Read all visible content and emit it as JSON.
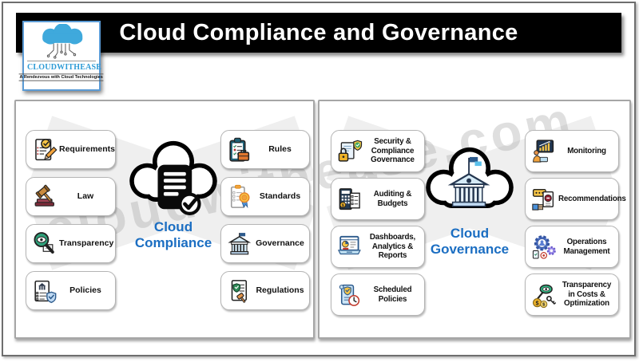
{
  "header": {
    "title": "Cloud Compliance and Governance",
    "bg_color": "#000000",
    "text_color": "#ffffff"
  },
  "logo": {
    "name": "CLOUDWITHEASE",
    "tagline": "A Rendezvous with Cloud Technologies",
    "accent_color": "#2e9bd6"
  },
  "watermark": {
    "text": "cloudwithease.com",
    "color": "#8f8f8f"
  },
  "colors": {
    "accent_blue": "#1b6ec2",
    "panel_border": "#a6a6a6",
    "box_border": "#b5b5b5"
  },
  "panels": {
    "compliance": {
      "center": {
        "line1": "Cloud",
        "line2": "Compliance",
        "icon": "cloud-document-check-icon"
      },
      "left_items": [
        {
          "label": "Requirements",
          "icon": "requirements-icon"
        },
        {
          "label": "Law",
          "icon": "law-icon"
        },
        {
          "label": "Transparency",
          "icon": "transparency-icon"
        },
        {
          "label": "Policies",
          "icon": "policies-icon"
        }
      ],
      "right_items": [
        {
          "label": "Rules",
          "icon": "rules-icon"
        },
        {
          "label": "Standards",
          "icon": "standards-icon"
        },
        {
          "label": "Governance",
          "icon": "governance-icon"
        },
        {
          "label": "Regulations",
          "icon": "regulations-icon"
        }
      ]
    },
    "governance": {
      "center": {
        "line1": "Cloud",
        "line2": "Governance",
        "icon": "cloud-bank-icon"
      },
      "left_items": [
        {
          "label": "Security & Compliance Governance",
          "icon": "security-compliance-icon"
        },
        {
          "label": "Auditing & Budgets",
          "icon": "auditing-budgets-icon"
        },
        {
          "label": "Dashboards, Analytics & Reports",
          "icon": "dashboards-analytics-icon"
        },
        {
          "label": "Scheduled Policies",
          "icon": "scheduled-policies-icon"
        }
      ],
      "right_items": [
        {
          "label": "Monitoring",
          "icon": "monitoring-icon"
        },
        {
          "label": "Recommendations",
          "icon": "recommendations-icon"
        },
        {
          "label": "Operations Management",
          "icon": "operations-management-icon"
        },
        {
          "label": "Transparency in Costs & Optimization",
          "icon": "transparency-costs-icon"
        }
      ]
    }
  }
}
